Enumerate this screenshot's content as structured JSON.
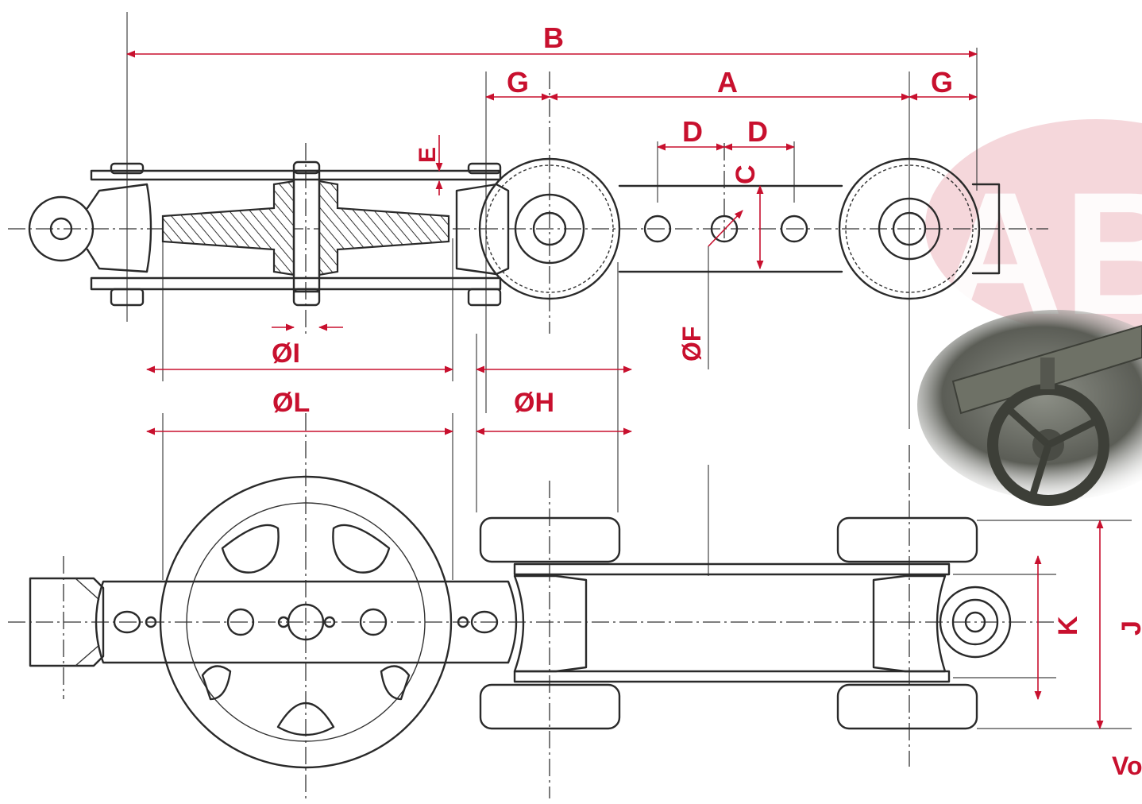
{
  "labels": {
    "B": "B",
    "A": "A",
    "G_left": "G",
    "G_right": "G",
    "D_left": "D",
    "D_right": "D",
    "E": "E",
    "C": "C",
    "F": "ØF",
    "I": "ØI",
    "L": "ØL",
    "H": "ØH",
    "K": "K",
    "J": "J",
    "corner_text": "Vo"
  },
  "colors": {
    "dimension": "#c8102e",
    "line": "#2a2a2a",
    "watermark": "#f2c9cf",
    "background": "#ffffff"
  },
  "watermark_text": "AB"
}
